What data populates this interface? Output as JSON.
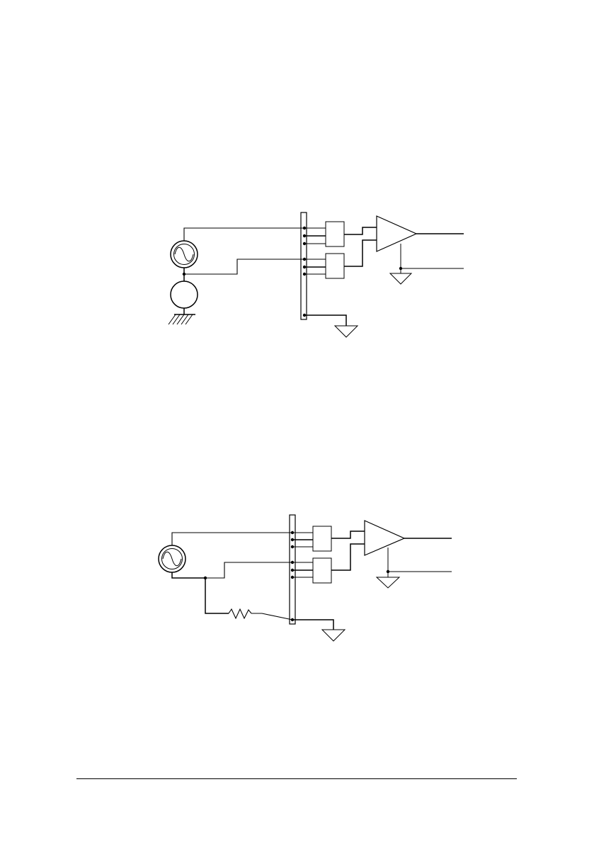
{
  "figures": [
    {
      "id": "upper",
      "source": "ac-source",
      "source_stack": "floating-source-over-ground"
    },
    {
      "id": "lower",
      "source": "ac-source",
      "source_ground_path": "resistor"
    }
  ],
  "colors": {
    "ink": "#000000",
    "background": "#ffffff"
  }
}
